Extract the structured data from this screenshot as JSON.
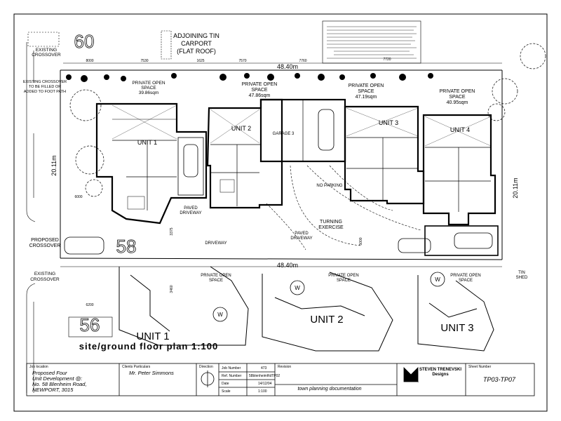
{
  "plan": {
    "lot_top": "60",
    "lot_mid": "58",
    "lot_bottom": "56",
    "adjoining_1": "ADJOINING TIN",
    "adjoining_2": "CARPORT",
    "adjoining_3": "(FLAT ROOF)",
    "existing_crossover_1": "EXISTING",
    "existing_crossover_2": "CROSSOVER",
    "fill_note_1": "EXISTING CROSSOVER",
    "fill_note_2": "TO BE FILLED OR",
    "fill_note_3": "ADDED TO FOOT PATH",
    "proposed_crossover_1": "PROPOSED",
    "proposed_crossover_2": "CROSSOVER",
    "frontage": "48.40m",
    "rear": "48.40m",
    "depth_left": "20.11m",
    "depth_right": "20.11m",
    "pos_unit1_1": "PRIVATE OPEN",
    "pos_unit1_2": "SPACE",
    "pos_unit1_area": "39.86sqm",
    "pos_unit2_area": "47.86sqm",
    "pos_unit3_area": "47.19sqm",
    "pos_unit4_area": "40.95sqm",
    "unit1": "UNIT 1",
    "unit2": "UNIT 2",
    "unit3": "UNIT 3",
    "unit4": "UNIT 4",
    "garage": "GARAGE 3",
    "no_parking": "NO PARKING",
    "turning_1": "TURNING",
    "turning_2": "EXERCISE",
    "paved_1": "PAVED",
    "paved_2": "DRIVEWAY",
    "driveway": "DRIVEWAY",
    "tin_shed_1": "TIN",
    "tin_shed_2": "SHED",
    "lower_unit1": "UNIT 1",
    "lower_unit2": "UNIT 2",
    "lower_unit3": "UNIT 3",
    "well": "W",
    "plan_title": "site/ground floor plan 1:100",
    "dims": [
      "8000",
      "7530",
      "1625",
      "7570",
      "7760",
      "7720",
      "6200",
      "3460",
      "5000",
      "3375",
      "6000"
    ]
  },
  "titleblock": {
    "job_location_label": "Job location",
    "job_1": "Proposed Four",
    "job_2": "Unit Development @:",
    "job_3": "No. 58 Blenheim Road,",
    "job_4": "NEWPORT, 3015",
    "client_label": "Clients Particulars",
    "client": "Mr. Peter Simmons",
    "direction_label": "Direction",
    "job_number_label": "Job Number",
    "job_number": "473",
    "ref_label": "Ref. Number",
    "ref": "58blenheimRdTP02",
    "date_label": "Date",
    "date": "14/12/04",
    "scale_label": "Scale",
    "scale": "1:100",
    "revision_label": "Revision",
    "documentation": "town planning documentation",
    "designer_1": "STEVEN TRENEVSKI",
    "designer_2": "Designs",
    "sheet_label": "Sheet Number",
    "sheet": "TP03-TP07"
  }
}
